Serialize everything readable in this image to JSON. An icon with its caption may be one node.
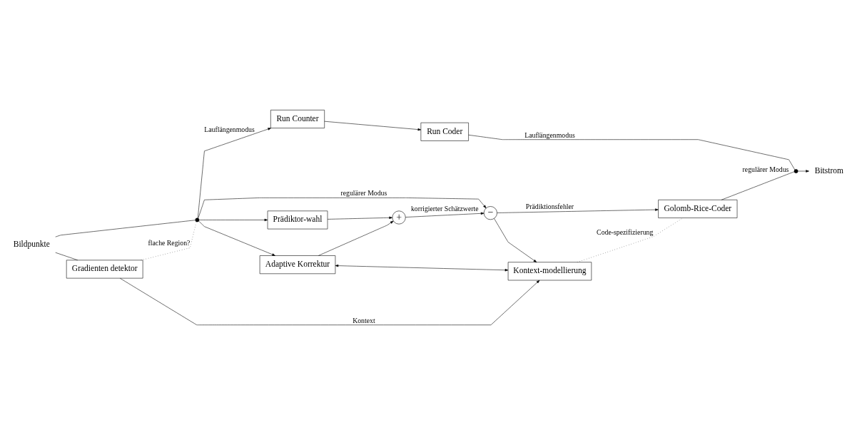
{
  "diagram": {
    "nodes": [
      {
        "text": [
          "Bildpunkte"
        ]
      },
      {
        "text": [],
        "shape": "switch"
      },
      {
        "text": [
          "Run Counter"
        ]
      },
      {
        "text": [
          "Run Coder"
        ]
      },
      {
        "text": [],
        "shape": "switch"
      },
      {
        "text": [
          "Bitstrom"
        ]
      },
      {
        "text": [
          "−"
        ]
      },
      {
        "text": [
          "Golomb-Rice-Coder"
        ]
      },
      {
        "text": [
          "+"
        ]
      },
      {
        "text": [
          "Prädiktor-wahl"
        ]
      },
      {
        "text": [
          "Gradienten detektor"
        ]
      },
      {
        "text": [
          "Adaptive Korrektur"
        ]
      },
      {
        "text": [
          "Kontext-modellierung"
        ]
      }
    ],
    "edges": [
      {
        "from": 0,
        "to": 1,
        "arrow": "none"
      },
      {
        "from": 1,
        "to": 2,
        "arrow": "to",
        "label": "Lauflängenmodus"
      },
      {
        "from": 2,
        "to": 3,
        "arrow": "to"
      },
      {
        "from": 3,
        "to": 4,
        "arrow": "none",
        "label": "Lauflängenmodus"
      },
      {
        "from": 4,
        "to": 5,
        "arrow": "to"
      },
      {
        "from": 1,
        "to": 6,
        "arrow": "to",
        "label": "regulärer Modus"
      },
      {
        "from": 6,
        "to": 7,
        "arrow": "to",
        "label": "Prädiktionsfehler"
      },
      {
        "from": 7,
        "to": 4,
        "arrow": "none",
        "label": "regulärer Modus"
      },
      {
        "from": 1,
        "to": 9,
        "arrow": "to"
      },
      {
        "from": 1,
        "to": 11,
        "arrow": "to"
      },
      {
        "from": 9,
        "to": 8,
        "arrow": "to"
      },
      {
        "from": 11,
        "to": 8,
        "arrow": "to"
      },
      {
        "from": 8,
        "to": 6,
        "arrow": "to",
        "label": "korrigierter Schätzwerte"
      },
      {
        "from": 0,
        "to": 10,
        "arrow": "none"
      },
      {
        "from": 10,
        "to": 1,
        "arrow": "none",
        "style": "dashed",
        "label": "flache Region?"
      },
      {
        "from": 10,
        "to": 12,
        "arrow": "to",
        "label": "Kontext"
      },
      {
        "from": 11,
        "to": 12,
        "arrow": "both"
      },
      {
        "from": 6,
        "to": 12,
        "arrow": "to"
      },
      {
        "from": 12,
        "to": 7,
        "arrow": "none",
        "style": "dashed",
        "label": "Code-spezifizierung"
      }
    ]
  }
}
